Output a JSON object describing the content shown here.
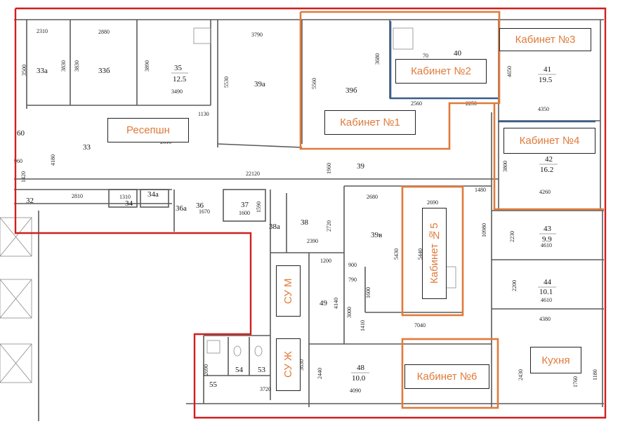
{
  "labels": {
    "reception": "Ресепшн",
    "office1": "Кабинет №1",
    "office2": "Кабинет №2",
    "office3": "Кабинет №3",
    "office4": "Кабинет №4",
    "office5": "Кабинет №5",
    "office6": "Кабинет №6",
    "kitchen": "Кухня",
    "wc_m": "СУ М",
    "wc_f": "СУ Ж"
  },
  "rooms": {
    "r33a": "33а",
    "r33b": "33б",
    "r35": "35",
    "r35_area": "12.5",
    "r39a": "39а",
    "r39b": "39б",
    "r40": "40",
    "r41": "41",
    "r41_area": "19.5",
    "r33": "33",
    "r39": "39",
    "r42": "42",
    "r42_area": "16.2",
    "r32": "32",
    "r34": "34",
    "r34a": "34а",
    "r36": "36",
    "r36a": "36а",
    "r37": "37",
    "r38": "38",
    "r38a": "38а",
    "r39v": "39в",
    "r43": "43",
    "r43_area": "9.9",
    "r44": "44",
    "r44_area": "10.1",
    "r49": "49",
    "r48": "48",
    "r48_area": "10.0",
    "r54": "54",
    "r53": "53",
    "r55": "55",
    "r60": "60"
  },
  "dims": {
    "d2310": "2310",
    "d2880": "2880",
    "d3790": "3790",
    "d3680": "3680",
    "d70": "70",
    "d3500": "3500",
    "d3830a": "3830",
    "d3830b": "3830",
    "d3890": "3890",
    "d5530": "5530",
    "d5560": "5560",
    "d4650": "4650",
    "d3490": "3490",
    "d1130": "1130",
    "d2560": "2560",
    "d2250": "2250",
    "d4350": "4350",
    "d4180": "4180",
    "d960": "960",
    "d1420": "1420",
    "d22120": "22120",
    "d1960": "1960",
    "d3800": "3800",
    "d4260": "4260",
    "d1480": "1480",
    "d2810": "2810",
    "d1310": "1310",
    "d1670": "1670",
    "d1600": "1600",
    "d1590": "1590",
    "d2680": "2680",
    "d2690": "2690",
    "d2720": "2720",
    "d2390": "2390",
    "d5430": "5430",
    "d5440": "5440",
    "d10980": "10980",
    "d2230": "2230",
    "d4610a": "4610",
    "d1200": "1200",
    "d900": "900",
    "d790": "790",
    "d1600b": "1600",
    "d2200": "2200",
    "d4610b": "4610",
    "d4140": "4140",
    "d3000": "3000",
    "d1410": "1410",
    "d7040": "7040",
    "d4380": "4380",
    "d2690b": "2690",
    "d3720": "3720",
    "d3630": "3630",
    "d2440": "2440",
    "d4090": "4090",
    "d2430": "2430",
    "d1760": "1760",
    "d1180": "1180",
    "d2610": "2610"
  }
}
